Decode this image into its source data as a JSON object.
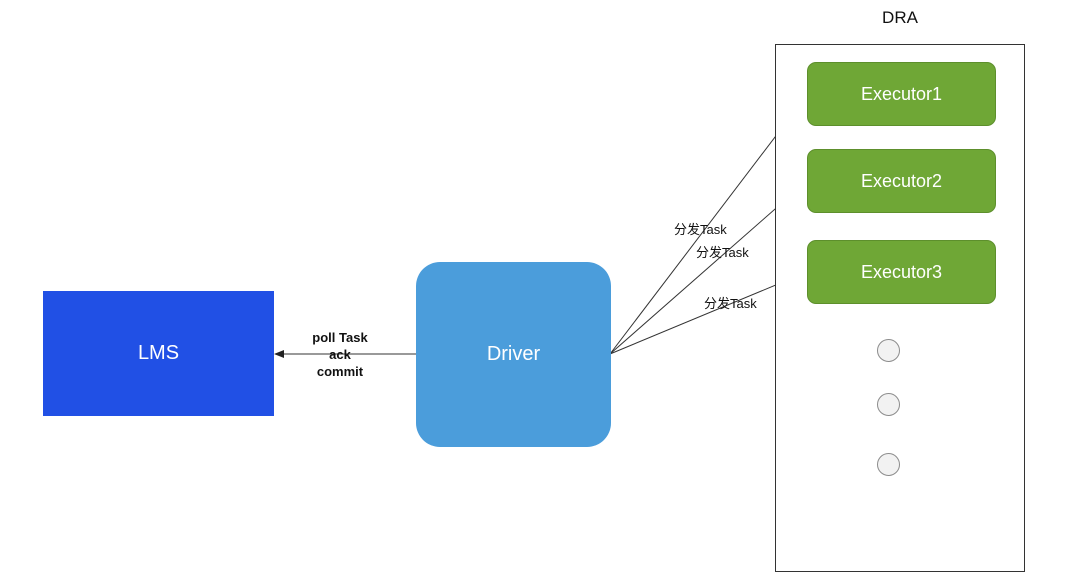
{
  "nodes": {
    "lms": {
      "label": "LMS",
      "color": "#2150e5"
    },
    "driver": {
      "label": "Driver",
      "color": "#4b9ddb"
    },
    "dra": {
      "title": "DRA"
    },
    "executors": [
      {
        "label": "Executor1",
        "color": "#6fa736"
      },
      {
        "label": "Executor2",
        "color": "#6fa736"
      },
      {
        "label": "Executor3",
        "color": "#6fa736"
      }
    ]
  },
  "edges": {
    "driver_to_lms": {
      "lines": [
        "poll Task",
        "ack",
        "commit"
      ]
    },
    "driver_to_executors": [
      "分发Task",
      "分发Task",
      "分发Task"
    ]
  }
}
